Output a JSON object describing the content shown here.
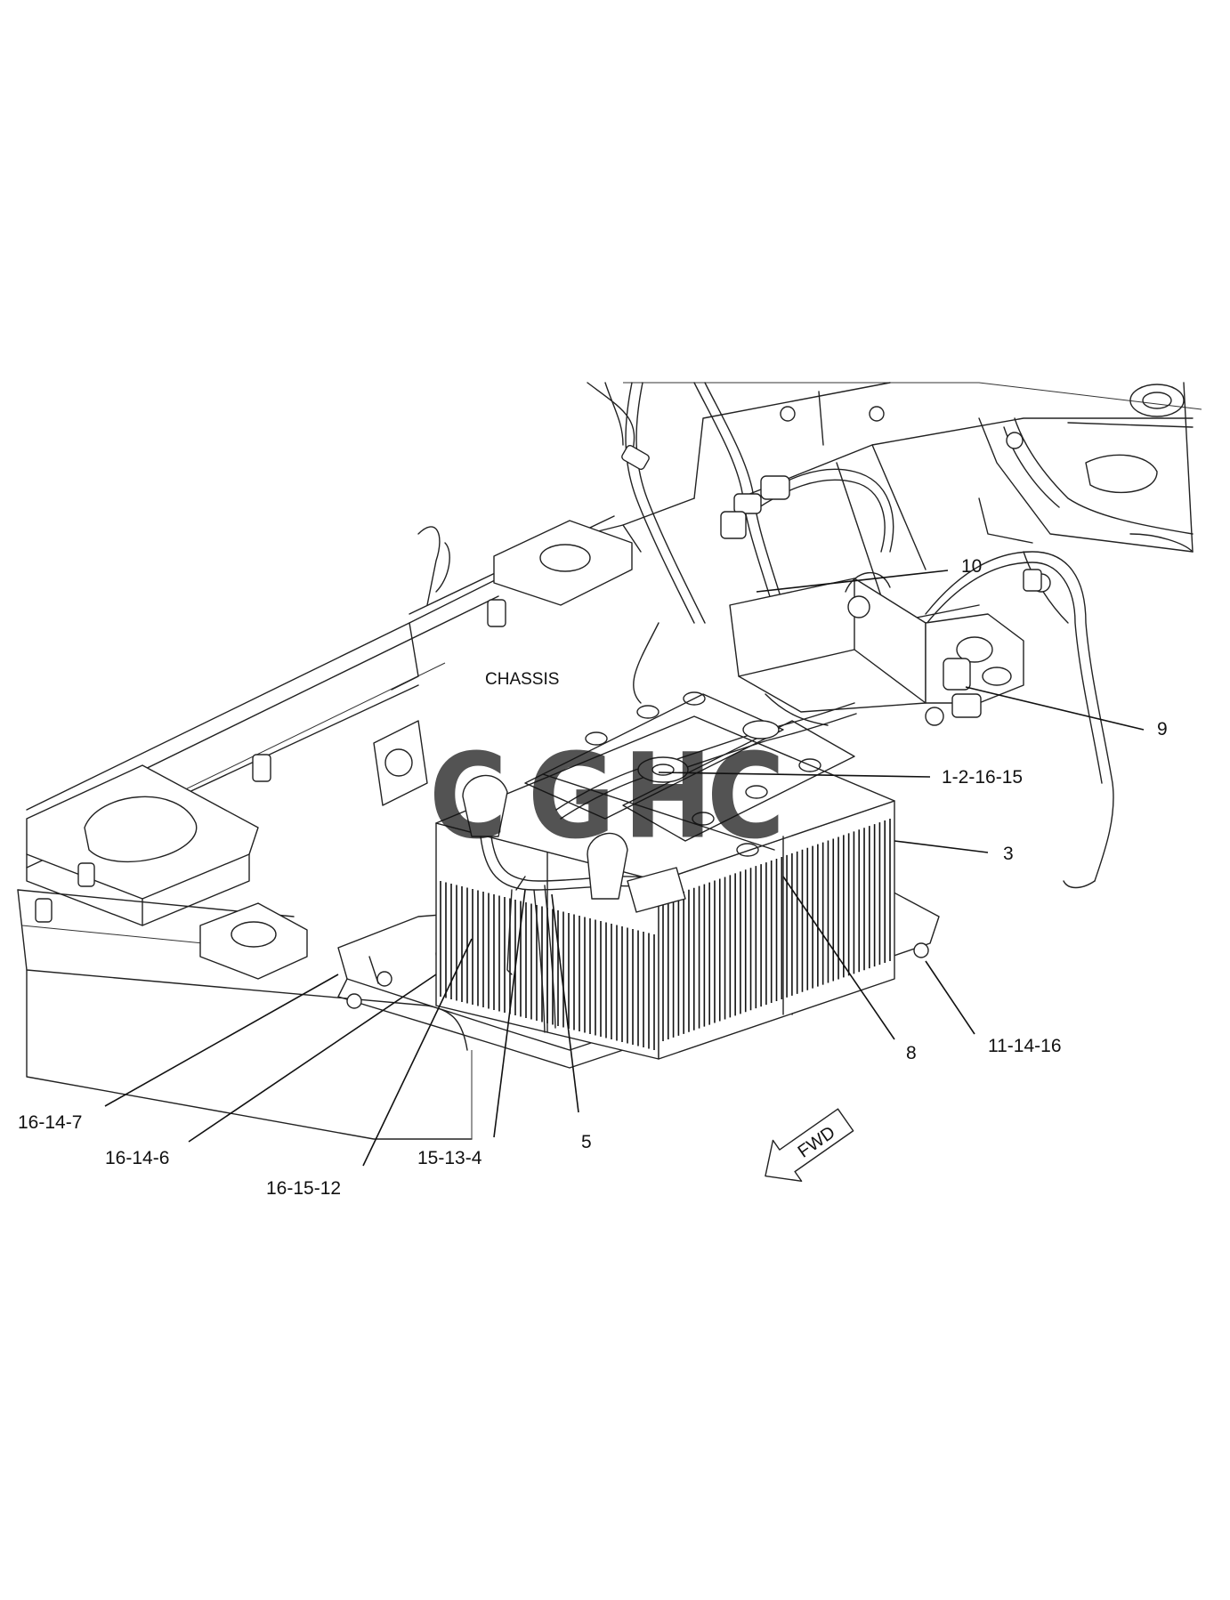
{
  "diagram": {
    "label_chassis": "CHASSIS",
    "direction_arrow": "FWD",
    "callouts": [
      {
        "id": "c10",
        "text": "10"
      },
      {
        "id": "c9",
        "text": "9"
      },
      {
        "id": "c1-2-16-15",
        "text": "1-2-16-15"
      },
      {
        "id": "c3",
        "text": "3"
      },
      {
        "id": "c11-14-16",
        "text": "11-14-16"
      },
      {
        "id": "c8",
        "text": "8"
      },
      {
        "id": "c16-14-7",
        "text": "16-14-7"
      },
      {
        "id": "c16-14-6",
        "text": "16-14-6"
      },
      {
        "id": "c16-15-12",
        "text": "16-15-12"
      },
      {
        "id": "c15-13-4",
        "text": "15-13-4"
      },
      {
        "id": "c5",
        "text": "5"
      }
    ]
  },
  "watermark": {
    "letters": [
      {
        "char": "C",
        "color": "#4a86e8"
      },
      {
        "char": "G",
        "color": "#e06666"
      },
      {
        "char": "H",
        "color": "#f1c232"
      },
      {
        "char": "C",
        "color": "#3c9a6a"
      }
    ]
  }
}
